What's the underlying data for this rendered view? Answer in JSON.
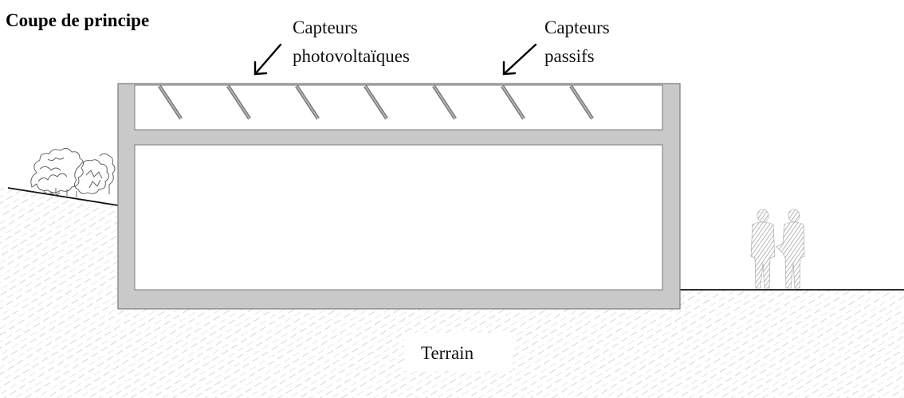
{
  "title": "Coupe de principe",
  "labels": {
    "pv_line1": "Capteurs",
    "pv_line2": "photovoltaïques",
    "passive_line1": "Capteurs",
    "passive_line2": "passifs",
    "ground": "Terrain"
  },
  "colors": {
    "wall": "#c9c9c9",
    "wall_stroke": "#7a7a7a",
    "hatch": "#cfcfcf",
    "figure_hatch": "#9a9a9a",
    "ink": "#111111"
  },
  "icons": {
    "people": "two-people-standing-hatched",
    "shrub": "shrub-sketch",
    "panels": "tilted-solar-panel"
  },
  "panel_count": 7
}
